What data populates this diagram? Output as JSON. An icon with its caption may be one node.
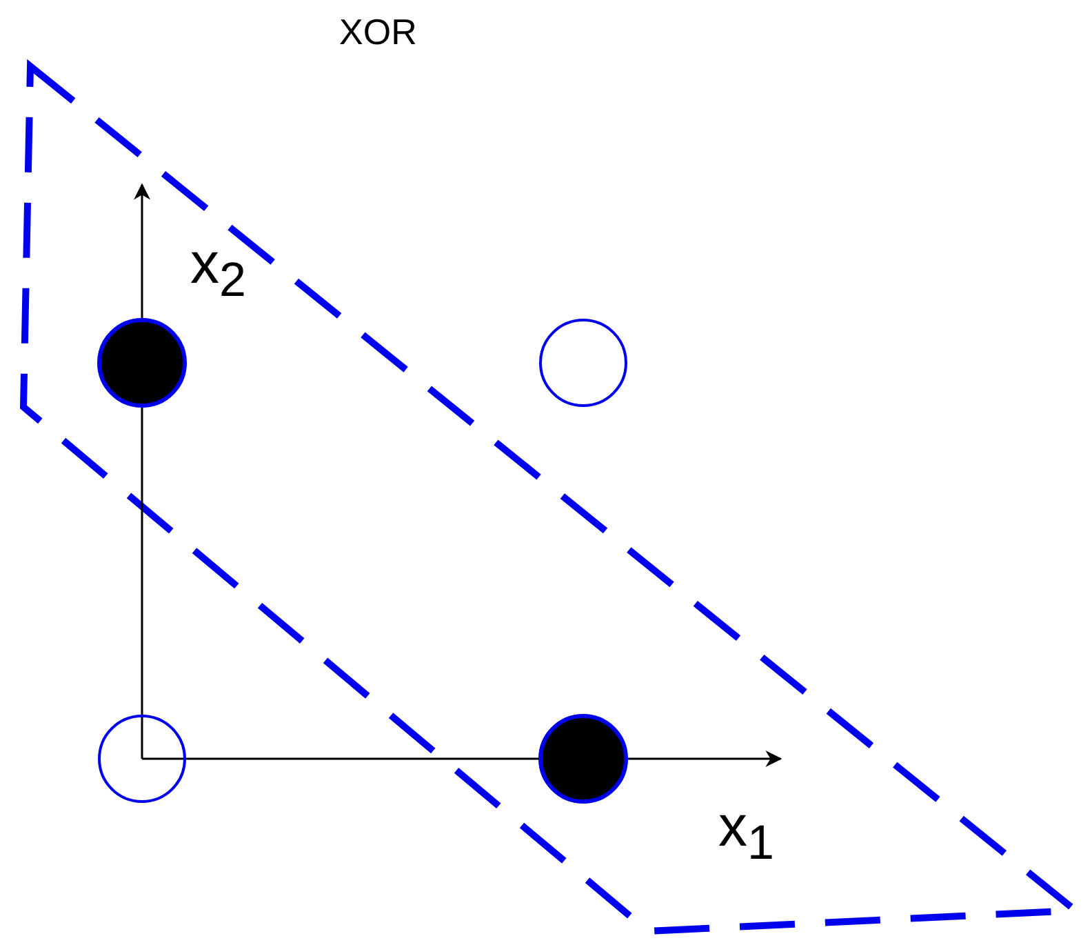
{
  "diagram": {
    "title": "XOR",
    "labels": [
      "x$_{2}$",
      "x$_{1}$"
    ]
  }
}
